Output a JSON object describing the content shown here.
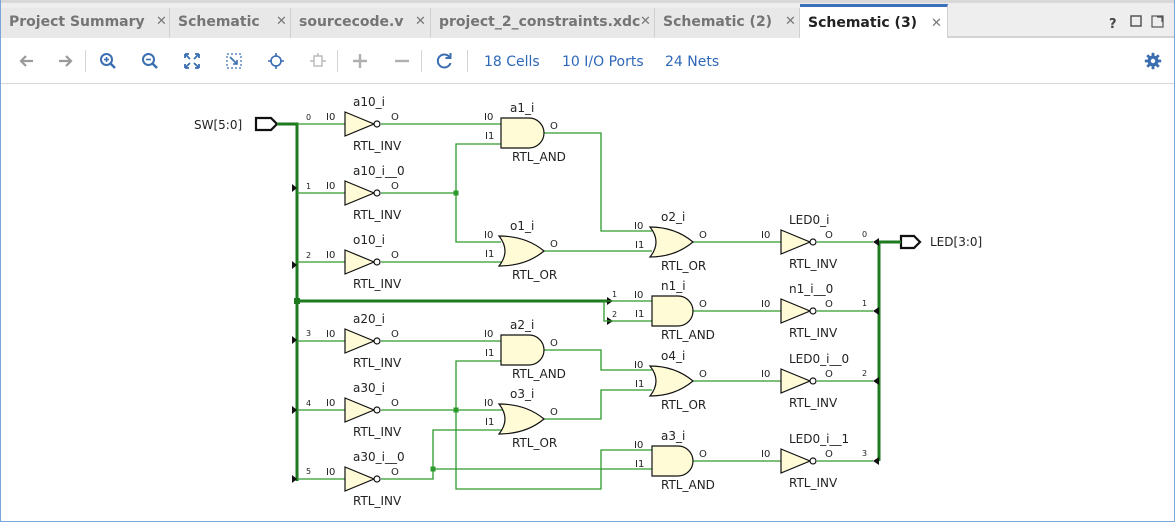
{
  "tabs": [
    {
      "label": "Project Summary",
      "active": false
    },
    {
      "label": "Schematic",
      "active": false
    },
    {
      "label": "sourcecode.v",
      "active": false
    },
    {
      "label": "project_2_constraints.xdc",
      "active": false
    },
    {
      "label": "Schematic (2)",
      "active": false
    },
    {
      "label": "Schematic (3)",
      "active": true
    }
  ],
  "window_icons": {
    "help": "?",
    "restore": "restore-icon",
    "maximize": "maximize-icon"
  },
  "toolbar": {
    "icons": [
      "back-icon",
      "forward-icon",
      "zoom-in-icon",
      "zoom-out-icon",
      "zoom-fit-icon",
      "zoom-area-icon",
      "find-icon",
      "collapse-icon",
      "expand-icon",
      "remove-icon",
      "refresh-icon"
    ],
    "cells": "18 Cells",
    "ports": "10 I/O Ports",
    "nets": "24 Nets",
    "settings_icon": "gear-icon"
  },
  "schematic": {
    "input_port": {
      "name": "SW[5:0]",
      "bits": [
        "0",
        "1",
        "2",
        "3",
        "4",
        "5"
      ]
    },
    "output_port": {
      "name": "LED[3:0]",
      "bits": [
        "0",
        "1",
        "2",
        "3"
      ]
    },
    "pin_labels": {
      "i0": "I0",
      "i1": "I1",
      "o": "O"
    },
    "cells": {
      "a10_i": {
        "name": "a10_i",
        "type": "RTL_INV"
      },
      "a10_i__0": {
        "name": "a10_i__0",
        "type": "RTL_INV"
      },
      "o10_i": {
        "name": "o10_i",
        "type": "RTL_INV"
      },
      "a20_i": {
        "name": "a20_i",
        "type": "RTL_INV"
      },
      "a30_i": {
        "name": "a30_i",
        "type": "RTL_INV"
      },
      "a30_i__0": {
        "name": "a30_i__0",
        "type": "RTL_INV"
      },
      "a1_i": {
        "name": "a1_i",
        "type": "RTL_AND"
      },
      "o1_i": {
        "name": "o1_i",
        "type": "RTL_OR"
      },
      "a2_i": {
        "name": "a2_i",
        "type": "RTL_AND"
      },
      "o3_i": {
        "name": "o3_i",
        "type": "RTL_OR"
      },
      "o2_i": {
        "name": "o2_i",
        "type": "RTL_OR"
      },
      "n1_i": {
        "name": "n1_i",
        "type": "RTL_AND"
      },
      "o4_i": {
        "name": "o4_i",
        "type": "RTL_OR"
      },
      "a3_i": {
        "name": "a3_i",
        "type": "RTL_AND"
      },
      "LED0_i": {
        "name": "LED0_i",
        "type": "RTL_INV"
      },
      "n1_i__0": {
        "name": "n1_i__0",
        "type": "RTL_INV"
      },
      "LED0_i__0": {
        "name": "LED0_i__0",
        "type": "RTL_INV"
      },
      "LED0_i__1": {
        "name": "LED0_i__1",
        "type": "RTL_INV"
      }
    },
    "colors": {
      "wire": "#2d9a2d",
      "bus": "#1e7a1e",
      "gate_fill": "#fffbd6",
      "gate_stroke": "#111111",
      "tab_active": "#3a6fba",
      "link": "#2f68b8"
    }
  }
}
